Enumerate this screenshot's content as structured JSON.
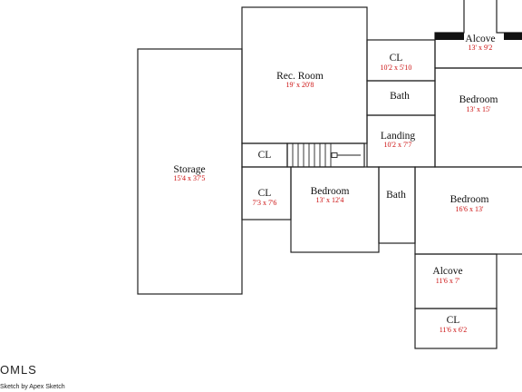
{
  "rooms": {
    "storage": {
      "name": "Storage",
      "dims": "15'4 x 37'5"
    },
    "rec_room": {
      "name": "Rec. Room",
      "dims": "19' x 20'8"
    },
    "cl_top": {
      "name": "CL",
      "dims": "10'2 x 5'10"
    },
    "bath_top": {
      "name": "Bath"
    },
    "landing": {
      "name": "Landing",
      "dims": "10'2 x 7'7"
    },
    "alcove_top": {
      "name": "Alcove",
      "dims": "13' x 9'2"
    },
    "bedroom_ne": {
      "name": "Bedroom",
      "dims": "13' x 15'"
    },
    "cl_mid": {
      "name": "CL"
    },
    "cl_left": {
      "name": "CL",
      "dims": "7'3 x 7'6"
    },
    "bedroom_c": {
      "name": "Bedroom",
      "dims": "13' x 12'4"
    },
    "bath_mid": {
      "name": "Bath"
    },
    "bedroom_e": {
      "name": "Bedroom",
      "dims": "16'6 x 13'"
    },
    "alcove_low": {
      "name": "Alcove",
      "dims": "11'6 x 7'"
    },
    "cl_low": {
      "name": "CL",
      "dims": "11'6 x 6'2"
    }
  },
  "footer": {
    "brand": "OMLS",
    "credit": "Sketch by Apex Sketch"
  }
}
